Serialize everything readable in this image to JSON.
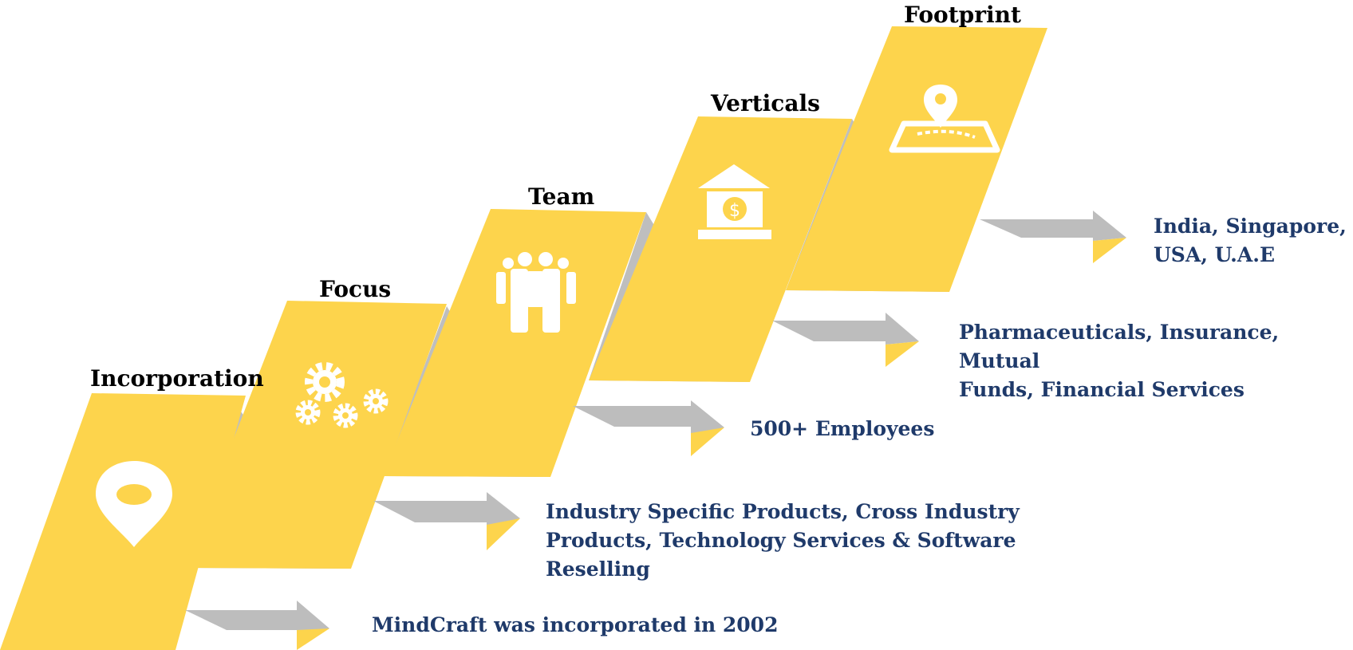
{
  "colors": {
    "panel": "#fdd44c",
    "fold": "#bebebe",
    "arrow": "#bdbdbd",
    "arrow_tip": "#fdd44c",
    "title": "#000000",
    "desc": "#1f3a6a"
  },
  "steps": [
    {
      "title": "Incorporation",
      "icon": "map-pin-icon",
      "desc_lines": [
        "MindCraft was incorporated in 2002"
      ]
    },
    {
      "title": "Focus",
      "icon": "gears-icon",
      "desc_lines": [
        "Industry Specific Products, Cross Industry",
        "Products, Technology Services & Software",
        "Reselling"
      ]
    },
    {
      "title": "Team",
      "icon": "people-icon",
      "desc_lines": [
        "500+ Employees"
      ]
    },
    {
      "title": "Verticals",
      "icon": "bank-icon",
      "desc_lines": [
        "Pharmaceuticals, Insurance, Mutual",
        "Funds, Financial Services"
      ]
    },
    {
      "title": "Footprint",
      "icon": "map-location-icon",
      "desc_lines": [
        "India, Singapore,",
        "USA, U.A.E"
      ]
    }
  ]
}
